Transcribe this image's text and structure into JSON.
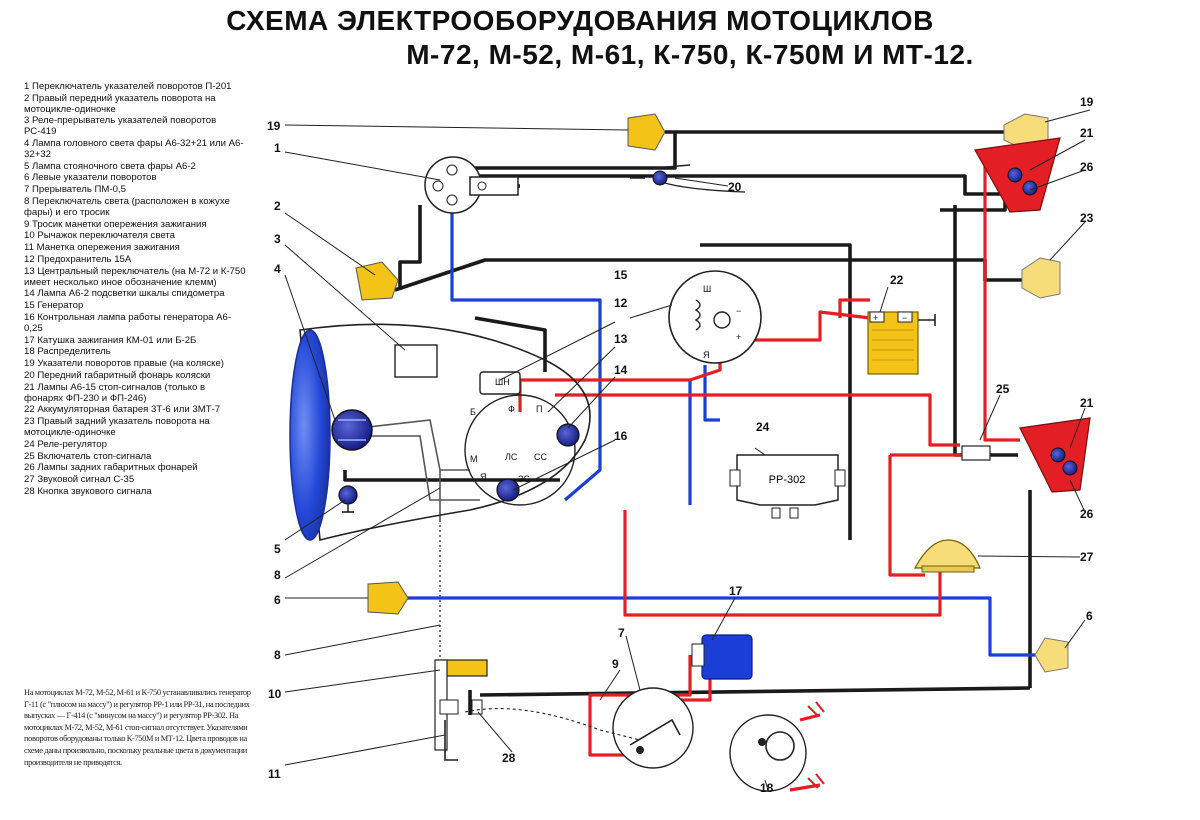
{
  "title": {
    "line1": "СХЕМА ЭЛЕКТРООБОРУДОВАНИЯ МОТОЦИКЛОВ",
    "line2": "М-72, М-52, М-61, К-750, К-750М И МТ-12."
  },
  "legend": [
    {
      "num": "1",
      "text": "Переключатель указателей поворотов П-201"
    },
    {
      "num": "2",
      "text": "Правый передний указатель поворота на мотоцикле-одиночке"
    },
    {
      "num": "3",
      "text": "Реле-прерыватель указателей поворотов РС-419"
    },
    {
      "num": "4",
      "text": "Лампа головного света фары А6-32+21 или А6-32+32"
    },
    {
      "num": "5",
      "text": "Лампа стояночного света фары А6-2"
    },
    {
      "num": "6",
      "text": "Левые указатели поворотов"
    },
    {
      "num": "7",
      "text": "Прерыватель ПМ-0,5"
    },
    {
      "num": "8",
      "text": "Переключатель света (расположен в кожухе фары) и его тросик"
    },
    {
      "num": "9",
      "text": "Тросик манетки опережения зажигания"
    },
    {
      "num": "10",
      "text": "Рычажок переключателя света"
    },
    {
      "num": "11",
      "text": "Манетка опережения зажигания"
    },
    {
      "num": "12",
      "text": "Предохранитель 15А"
    },
    {
      "num": "13",
      "text": "Центральный переключатель (на М-72 и К-750 имеет несколько иное обозначение клемм)"
    },
    {
      "num": "14",
      "text": "Лампа А6-2 подсветки шкалы спидометра"
    },
    {
      "num": "15",
      "text": "Генератор"
    },
    {
      "num": "16",
      "text": "Контрольная лампа работы генератора А6-0,25"
    },
    {
      "num": "17",
      "text": "Катушка зажигания КМ-01 или Б-2Б"
    },
    {
      "num": "18",
      "text": "Распределитель"
    },
    {
      "num": "19",
      "text": "Указатели поворотов правые (на коляске)"
    },
    {
      "num": "20",
      "text": "Передний габаритный фонарь коляски"
    },
    {
      "num": "21",
      "text": "Лампы А6-15 стоп-сигналов (только в фонарях ФП-230 и ФП-246)"
    },
    {
      "num": "22",
      "text": "Аккумуляторная батарея 3Т-6 или 3МТ-7"
    },
    {
      "num": "23",
      "text": "Правый задний указатель поворота на мотоцикле-одиночке"
    },
    {
      "num": "24",
      "text": "Реле-регулятор"
    },
    {
      "num": "25",
      "text": "Включатель стоп-сигнала"
    },
    {
      "num": "26",
      "text": "Лампы задних габаритных фонарей"
    },
    {
      "num": "27",
      "text": "Звуковой сигнал С-35"
    },
    {
      "num": "28",
      "text": "Кнопка звукового сигнала"
    }
  ],
  "note": "На мотоциклах М-72, М-52, М-61 и К-750 устанавливались генератор Г-11 (с \"плюсом на массу\") и регулятор РР-1 или РР-31, на последних выпусках — Г-414 (с \"минусом на массу\") и регулятор РР-302. На мотоциклах М-72, М-52, М-61 стоп-сигнал отсутствует. Указателями поворотов оборудованы только К-750М и МТ-12. Цвета проводов на схеме даны произвольно, поскольку реальные цвета в документации производителя не приводятся.",
  "callouts": [
    "1",
    "2",
    "3",
    "4",
    "5",
    "6",
    "7",
    "8",
    "9",
    "10",
    "11",
    "12",
    "13",
    "14",
    "15",
    "16",
    "17",
    "18",
    "19",
    "20",
    "21",
    "22",
    "23",
    "24",
    "25",
    "26",
    "27",
    "28"
  ],
  "terminals": {
    "generator_sh": "Ш",
    "generator_ya": "Я",
    "generator_minus": "−",
    "generator_plus": "+",
    "battery_plus": "+",
    "battery_minus": "−",
    "switch_sh": "ШН",
    "switch_b": "Б",
    "switch_f": "Ф",
    "switch_p": "П",
    "switch_m": "М",
    "switch_ls": "ЛС",
    "switch_ss": "СС",
    "switch_zs": "ЗС",
    "switch_r": "Я"
  },
  "regulator_label": "РР-302",
  "colors": {
    "red": "#e31e24",
    "blue": "#1b3fd6",
    "black": "#1a1a1a",
    "yellow": "#f3c417",
    "lamp_blue": "#1d2a9e",
    "headlight": "#2448d8"
  }
}
